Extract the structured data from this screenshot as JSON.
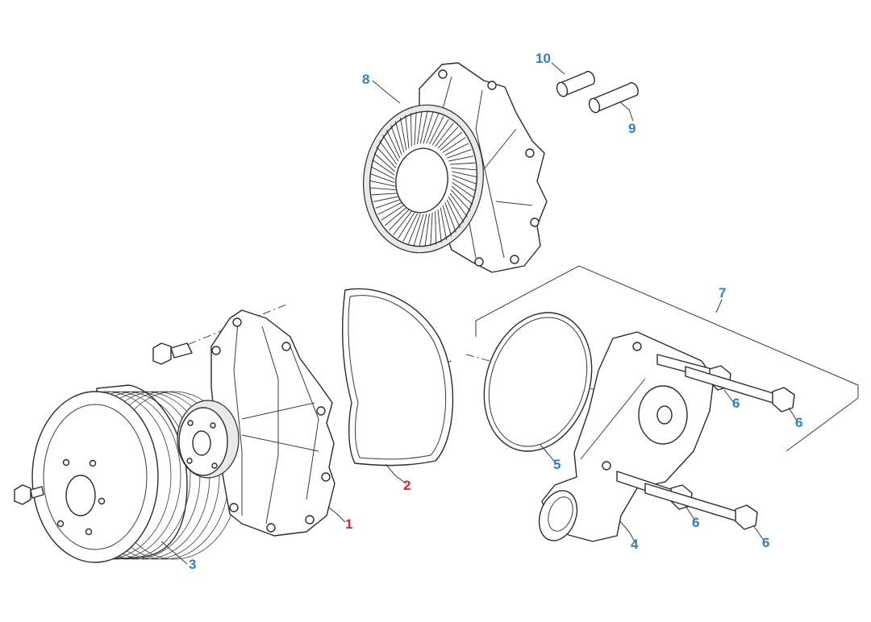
{
  "callouts": [
    {
      "id": "c1",
      "label": "1",
      "color": "#e0212b"
    },
    {
      "id": "c2",
      "label": "2",
      "color": "#e0212b"
    },
    {
      "id": "c3",
      "label": "3",
      "color": "#2f7fc4"
    },
    {
      "id": "c4",
      "label": "4",
      "color": "#2f7fc4"
    },
    {
      "id": "c5",
      "label": "5",
      "color": "#2f7fc4"
    },
    {
      "id": "c6a",
      "label": "6",
      "color": "#2f7fc4"
    },
    {
      "id": "c6b",
      "label": "6",
      "color": "#2f7fc4"
    },
    {
      "id": "c6c",
      "label": "6",
      "color": "#2f7fc4"
    },
    {
      "id": "c6d",
      "label": "6",
      "color": "#2f7fc4"
    },
    {
      "id": "c7",
      "label": "7",
      "color": "#2f7fc4"
    },
    {
      "id": "c8",
      "label": "8",
      "color": "#2f7fc4"
    },
    {
      "id": "c9",
      "label": "9",
      "color": "#2f7fc4"
    },
    {
      "id": "c10",
      "label": "10",
      "color": "#2f7fc4"
    }
  ]
}
